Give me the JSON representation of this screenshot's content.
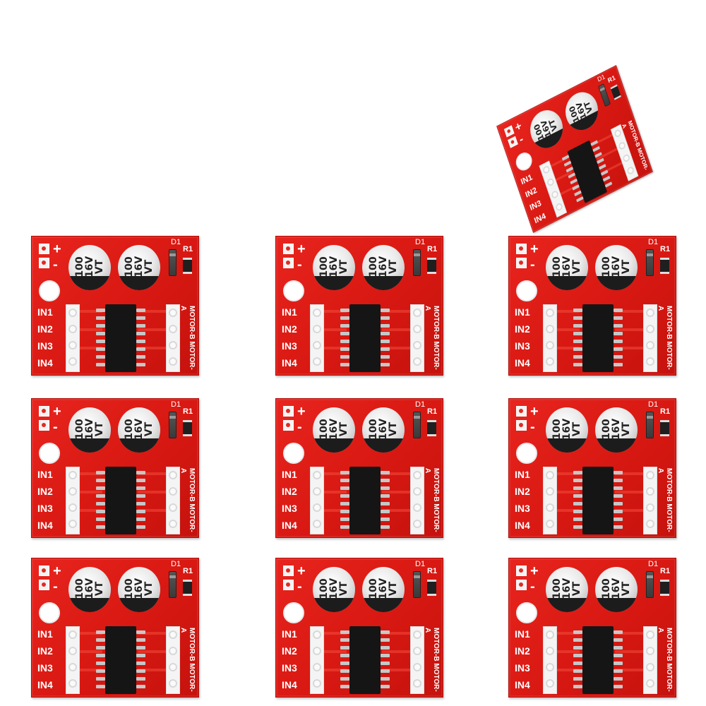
{
  "silkscreen": {
    "plus": "+",
    "minus": "-",
    "inputs": [
      "IN1",
      "IN2",
      "IN3",
      "IN4"
    ],
    "motor": "MOTOR-B MOTOR-A",
    "d1": "D1",
    "r1": "R1",
    "capacitor": "100\n16V\nVT"
  },
  "colors": {
    "board_red": "#d81812",
    "pad_white": "#f4f4f4",
    "chip_black": "#151515",
    "background": "#ffffff"
  }
}
